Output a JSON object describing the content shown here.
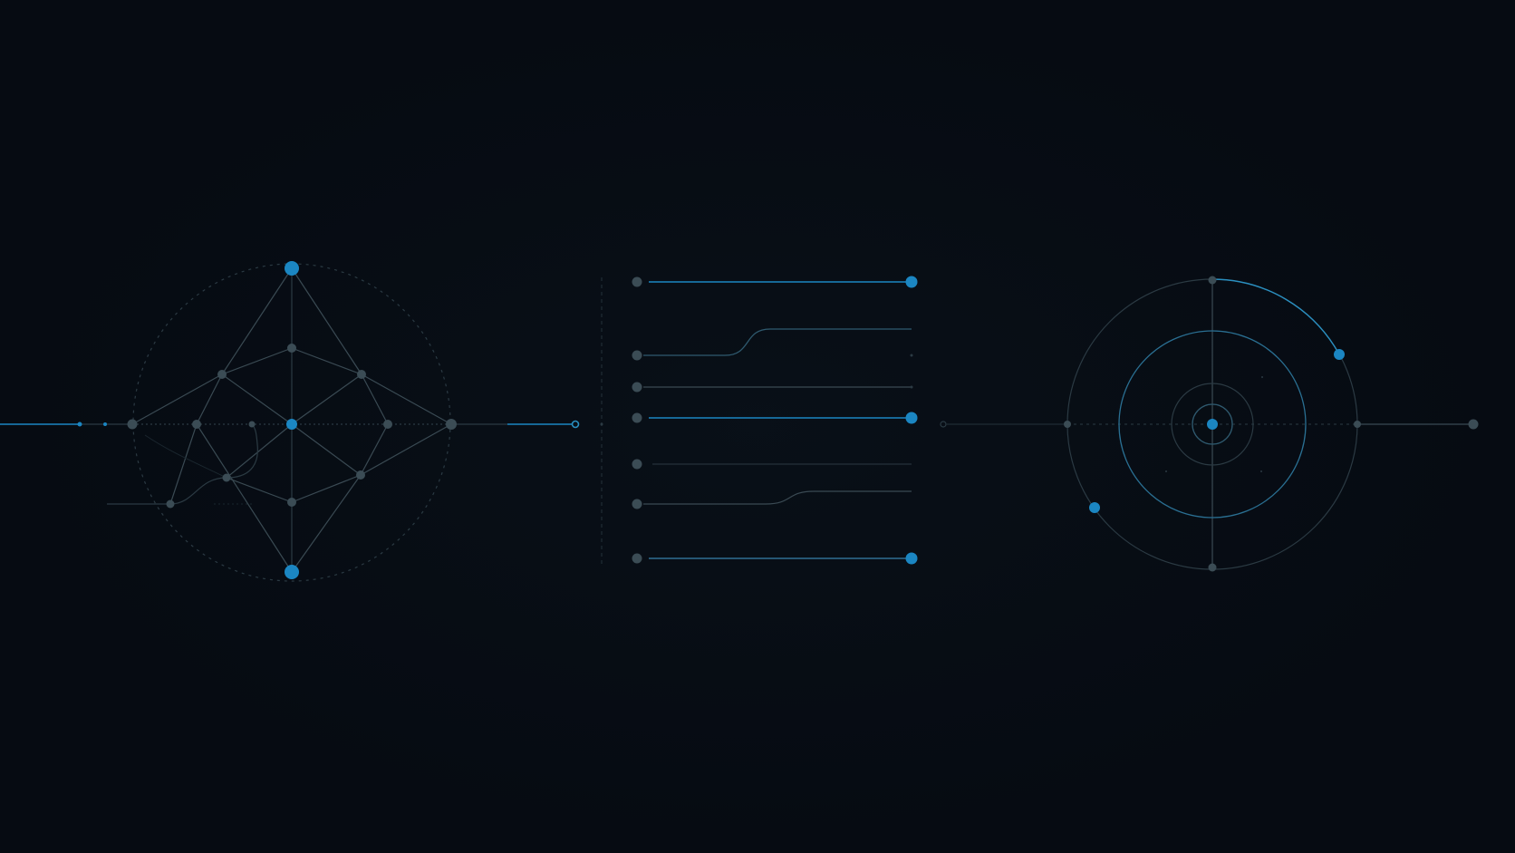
{
  "palette": {
    "background": "#060b12",
    "accent": "#1b86c2",
    "accent_line": "#2a8fc0",
    "node": "#3b4c55",
    "line": "#2b3a43",
    "faint": "#1a262e"
  },
  "panels": [
    {
      "name": "network-graph",
      "type": "diagram"
    },
    {
      "name": "signal-lines",
      "type": "diagram",
      "rows": 7
    },
    {
      "name": "orbit-rings",
      "type": "diagram",
      "rings": 4
    }
  ]
}
